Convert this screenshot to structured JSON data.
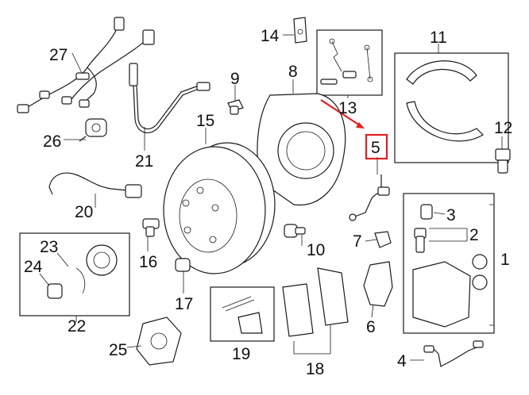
{
  "diagram": {
    "callouts": {
      "c1": "1",
      "c2": "2",
      "c3": "3",
      "c4": "4",
      "c5": "5",
      "c6": "6",
      "c7": "7",
      "c8": "8",
      "c9": "9",
      "c10": "10",
      "c11": "11",
      "c12": "12",
      "c13": "13",
      "c14": "14",
      "c15": "15",
      "c16": "16",
      "c17": "17",
      "c18": "18",
      "c19": "19",
      "c20": "20",
      "c21": "21",
      "c22": "22",
      "c23": "23",
      "c24": "24",
      "c25": "25",
      "c26": "26",
      "c27": "27"
    },
    "highlight": {
      "callout": "5",
      "color": "#e02020"
    },
    "line_color": "#1a1a1a"
  }
}
